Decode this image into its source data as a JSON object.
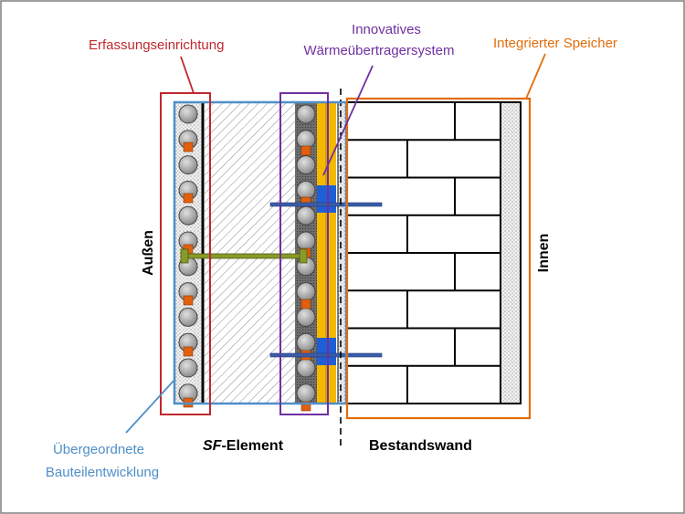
{
  "labels": {
    "erfassung": "Erfassungseinrichtung",
    "innovatives_line1": "Innovatives",
    "innovatives_line2": "Wärmeübertragersystem",
    "speicher": "Integrierter Speicher",
    "aussen": "Außen",
    "innen": "Innen",
    "sf_prefix": "SF",
    "sf_suffix": "-Element",
    "bestandswand": "Bestandswand",
    "uebergeordnet_line1": "Übergeordnete",
    "uebergeordnet_line2": "Bauteilentwicklung"
  },
  "colors": {
    "erfassung": "#c0282d",
    "innovatives": "#7030a0",
    "speicher": "#e36c0a",
    "uebergeordnet": "#4f8fc8",
    "rod": "#8a9a2a",
    "anchor": "#3a5da8",
    "blue_block": "#1f5fd6",
    "yellow": "#f5b800",
    "square": "#e06010"
  }
}
